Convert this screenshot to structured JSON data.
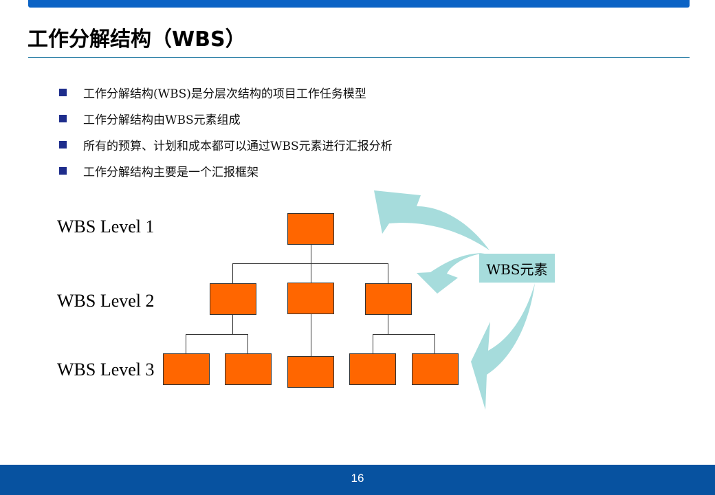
{
  "slide": {
    "title": "工作分解结构（WBS）",
    "page_number": "16"
  },
  "bullets": [
    "工作分解结构(WBS)是分层次结构的项目工作任务模型",
    "工作分解结构由WBS元素组成",
    "所有的预算、计划和成本都可以通过WBS元素进行汇报分析",
    "工作分解结构主要是一个汇报框架"
  ],
  "diagram": {
    "levels": [
      "WBS Level 1",
      "WBS Level 2",
      "WBS Level 3"
    ],
    "callout": "WBS元素",
    "colors": {
      "node_fill": "#ff6600",
      "arrow_fill": "#a6dcdc",
      "accent": "#0752a0"
    }
  }
}
